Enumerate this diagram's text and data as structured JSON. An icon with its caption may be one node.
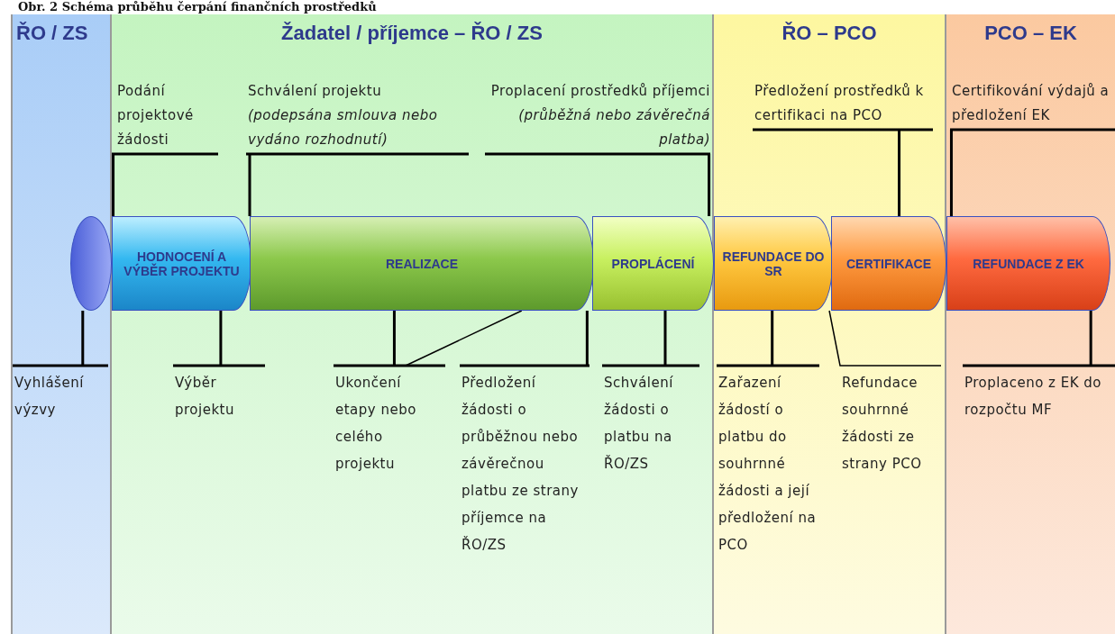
{
  "diagram": {
    "title": "Obr. 2 Schéma průběhu čerpání finančních prostředků",
    "nodes": [
      {
        "text": [
          "ŘO / ZS"
        ]
      },
      {
        "text": [
          "Žadatel / příjemce – ŘO / ZS"
        ]
      },
      {
        "text": [
          "ŘO – PCO"
        ]
      },
      {
        "text": [
          "PCO – EK"
        ]
      },
      {
        "text": [
          "Podání projektové žádosti"
        ],
        "in": 1
      },
      {
        "text": [
          "Schválení projektu *(podepsána smlouva nebo vydáno rozhodnutí)*"
        ],
        "in": 1
      },
      {
        "text": [
          "Proplacení prostředků příjemci *(průběžná nebo závěrečná platba)*"
        ],
        "in": 1
      },
      {
        "text": [
          "Předložení prostředků k certifikaci na PCO"
        ],
        "in": 2
      },
      {
        "text": [
          "Certifikování výdajů a předložení EK"
        ],
        "in": 3
      },
      {
        "text": [
          "HODNOCENÍ A VÝBĚR PROJEKTU"
        ],
        "in": 1
      },
      {
        "text": [
          "REALIZACE"
        ],
        "in": 1
      },
      {
        "text": [
          "PROPLÁCENÍ"
        ],
        "in": 1
      },
      {
        "text": [
          "REFUNDACE DO SR"
        ],
        "in": 2
      },
      {
        "text": [
          "CERTIFIKACE"
        ],
        "in": 2
      },
      {
        "text": [
          "REFUNDACE Z EK"
        ],
        "in": 3
      },
      {
        "text": [
          "Vyhlášení výzvy"
        ],
        "in": 0
      },
      {
        "text": [
          "Výběr projektu"
        ],
        "in": 1
      },
      {
        "text": [
          "Ukončení etapy nebo celého projektu"
        ],
        "in": 1
      },
      {
        "text": [
          "Předložení žádosti o průběžnou nebo závěrečnou platbu ze strany příjemce na ŘO/ZS"
        ],
        "in": 1
      },
      {
        "text": [
          "Schválení žádosti o platbu na ŘO/ZS"
        ],
        "in": 1
      },
      {
        "text": [
          "Zařazení žádostí o platbu do souhrnné žádosti a její předložení na PCO"
        ],
        "in": 2
      },
      {
        "text": [
          "Refundace souhrnné žádosti ze strany PCO"
        ],
        "in": 2
      },
      {
        "text": [
          "Proplaceno z EK do rozpočtu MF"
        ],
        "in": 3
      },
      {
        "text": [],
        "shape": "cylinder",
        "in": 0
      }
    ],
    "edges": [
      {
        "from": 4,
        "to": 9,
        "arrow": "none"
      },
      {
        "from": 5,
        "to": 10,
        "arrow": "none"
      },
      {
        "from": 6,
        "to": 11,
        "arrow": "none"
      },
      {
        "from": 7,
        "to": 13,
        "arrow": "none"
      },
      {
        "from": 8,
        "to": 14,
        "arrow": "none"
      },
      {
        "from": 15,
        "to": 23,
        "arrow": "none"
      },
      {
        "from": 16,
        "to": 9,
        "arrow": "none"
      },
      {
        "from": 17,
        "to": 10,
        "arrow": "none"
      },
      {
        "from": 17,
        "to": 10,
        "arrow": "none"
      },
      {
        "from": 18,
        "to": 10,
        "arrow": "none"
      },
      {
        "from": 19,
        "to": 11,
        "arrow": "none"
      },
      {
        "from": 20,
        "to": 12,
        "arrow": "none"
      },
      {
        "from": 21,
        "to": 12,
        "arrow": "none"
      },
      {
        "from": 22,
        "to": 14,
        "arrow": "none"
      }
    ]
  }
}
